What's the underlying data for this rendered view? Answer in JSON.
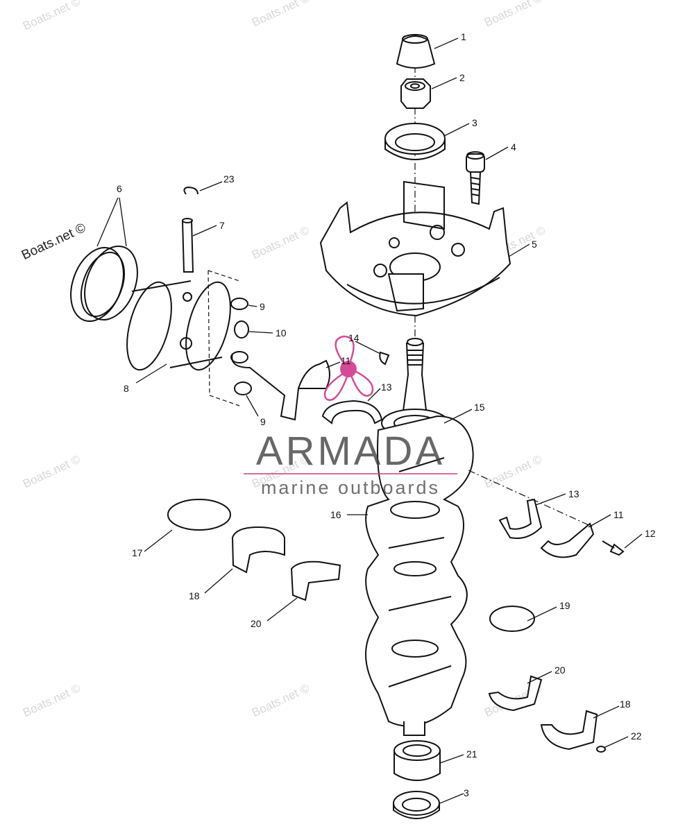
{
  "watermarks": {
    "site": "Boats.net ©",
    "copyright_label": "Boats.net ©"
  },
  "brand": {
    "name": "ARMADA",
    "tagline": "marine outboards",
    "accent_color": "#d64a95",
    "text_color": "#3c3c3c"
  },
  "callouts": [
    "1",
    "2",
    "3",
    "4",
    "5",
    "6",
    "7",
    "8",
    "9",
    "10",
    "11",
    "12",
    "13",
    "14",
    "15",
    "16",
    "17",
    "18",
    "19",
    "20",
    "21",
    "22",
    "23"
  ],
  "colors": {
    "line": "#111111",
    "background": "#ffffff"
  }
}
